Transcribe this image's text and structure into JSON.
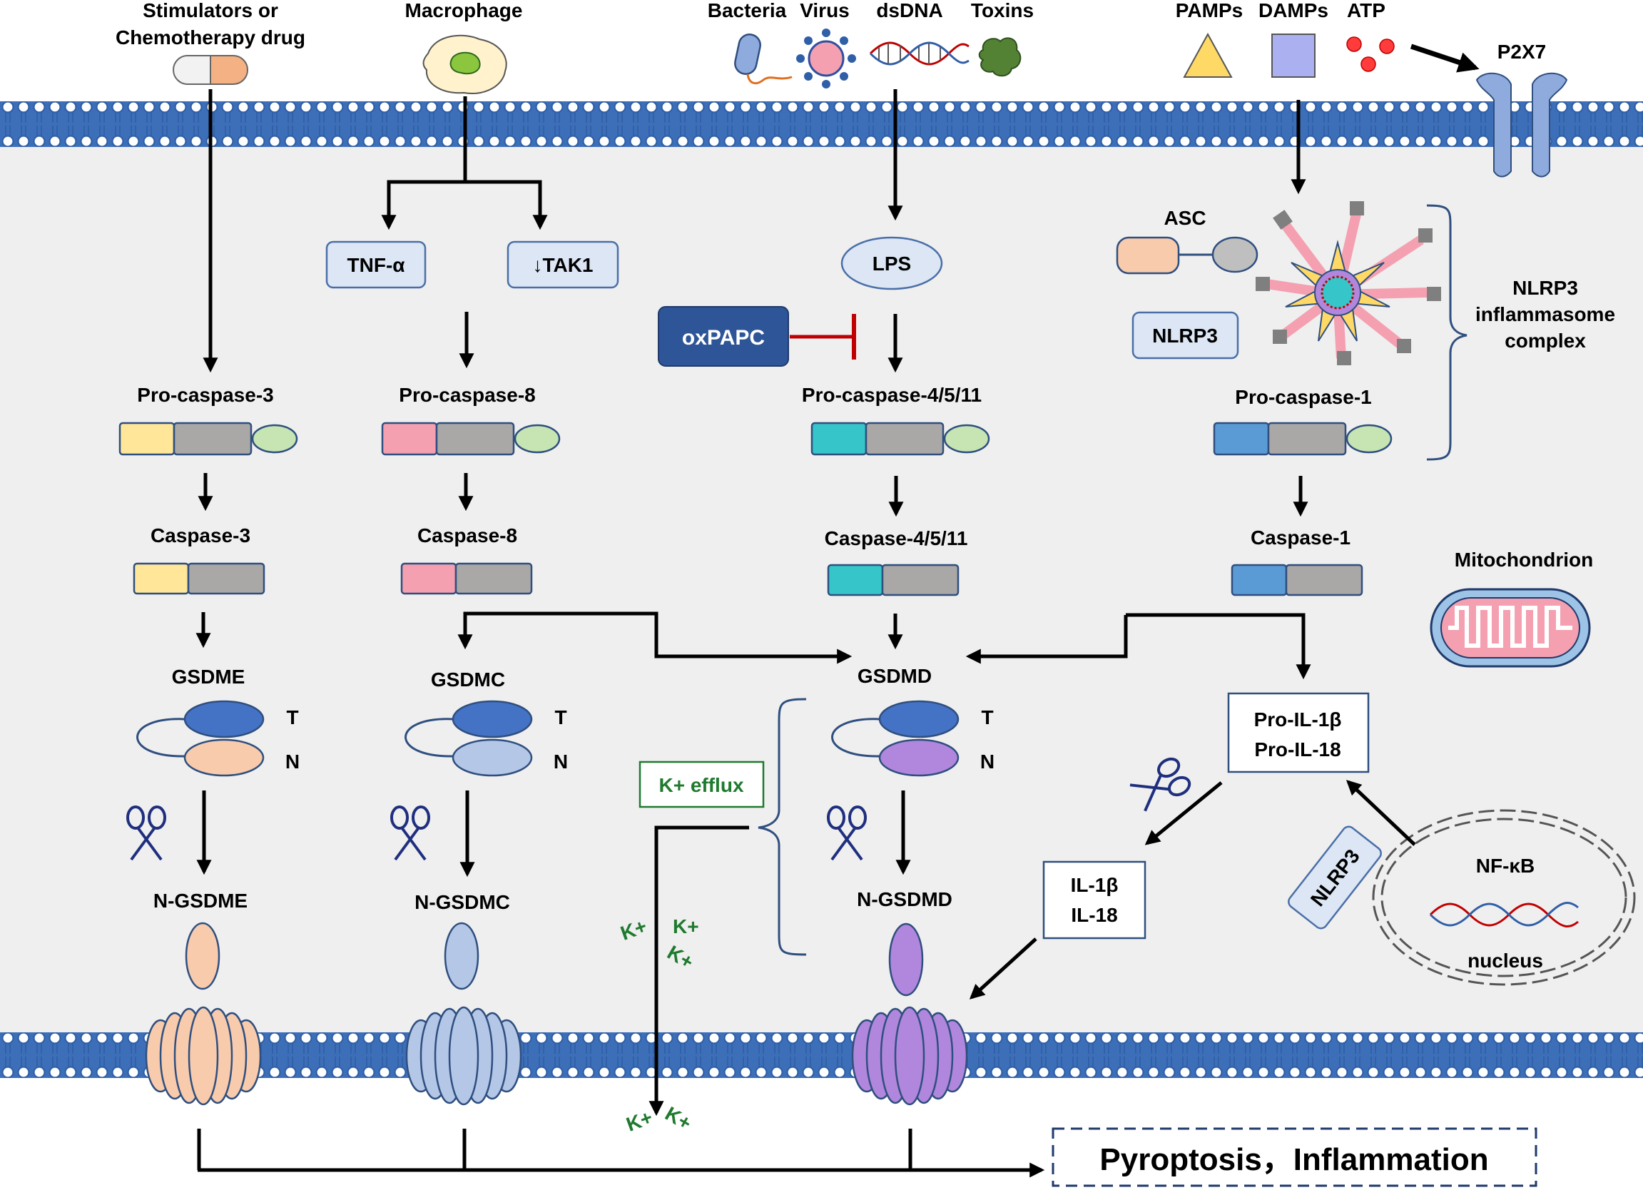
{
  "inputs": {
    "stimulators": [
      "Stimulators or",
      "Chemotherapy drug"
    ],
    "macrophage": "Macrophage",
    "bacteria": "Bacteria",
    "virus": "Virus",
    "dsdna": "dsDNA",
    "toxins": "Toxins",
    "pamps": "PAMPs",
    "damps": "DAMPs",
    "atp": "ATP",
    "p2x7": "P2X7"
  },
  "column_caspase3": {
    "pro": "Pro-caspase-3",
    "active": "Caspase-3",
    "gsdm": "GSDME",
    "n_term": "N-GSDME"
  },
  "column_caspase8": {
    "tnf": "TNF-α",
    "tak1": "↓TAK1",
    "pro": "Pro-caspase-8",
    "active": "Caspase-8",
    "gsdm": "GSDMC",
    "n_term": "N-GSDMC"
  },
  "column_caspase4": {
    "lps": "LPS",
    "oxpapc": "oxPAPC",
    "pro": "Pro-caspase-4/5/11",
    "active": "Caspase-4/5/11",
    "gsdm": "GSDMD",
    "n_term": "N-GSDMD"
  },
  "column_caspase1": {
    "asc": "ASC",
    "nlrp3": "NLRP3",
    "pro": "Pro-caspase-1",
    "active": "Caspase-1",
    "complex": [
      "NLRP3",
      "inflammasome",
      "complex"
    ]
  },
  "domain_labels": {
    "t": "T",
    "n": "N"
  },
  "potassium": {
    "efflux": "K+ efflux",
    "ion": "K+"
  },
  "cytokines": {
    "pro": [
      "Pro-IL-1β",
      "Pro-IL-18"
    ],
    "mature": [
      "IL-1β",
      "IL-18"
    ]
  },
  "nucleus": {
    "nfkb": "NF-κB",
    "label": "nucleus",
    "nlrp3_tag": "NLRP3"
  },
  "mitochondrion": "Mitochondrion",
  "outcome": "Pyroptosis，Inflammation",
  "colors": {
    "membrane_head": "#3d6fb8",
    "cytoplasm": "#efefef",
    "arrow": "#000000",
    "inhibit": "#c00000",
    "box_fill": "#dce6f4",
    "box_stroke": "#4a6fa8",
    "oxpapc_fill": "#2e5597",
    "caspase3_prodomain": "#ffe699",
    "caspase8_prodomain": "#f4a0b0",
    "caspase4_prodomain": "#36c5c8",
    "caspase1_prodomain": "#5b9bd5",
    "caspase_body": "#aaa7a7",
    "card_domain": "#c7e4b3",
    "gsdme_n": "#f8cbad",
    "gsdmc_n": "#b4c7e7",
    "gsdmd_n": "#b087dc",
    "t_domain": "#4472c4",
    "efflux_green": "#1f7a2e"
  }
}
